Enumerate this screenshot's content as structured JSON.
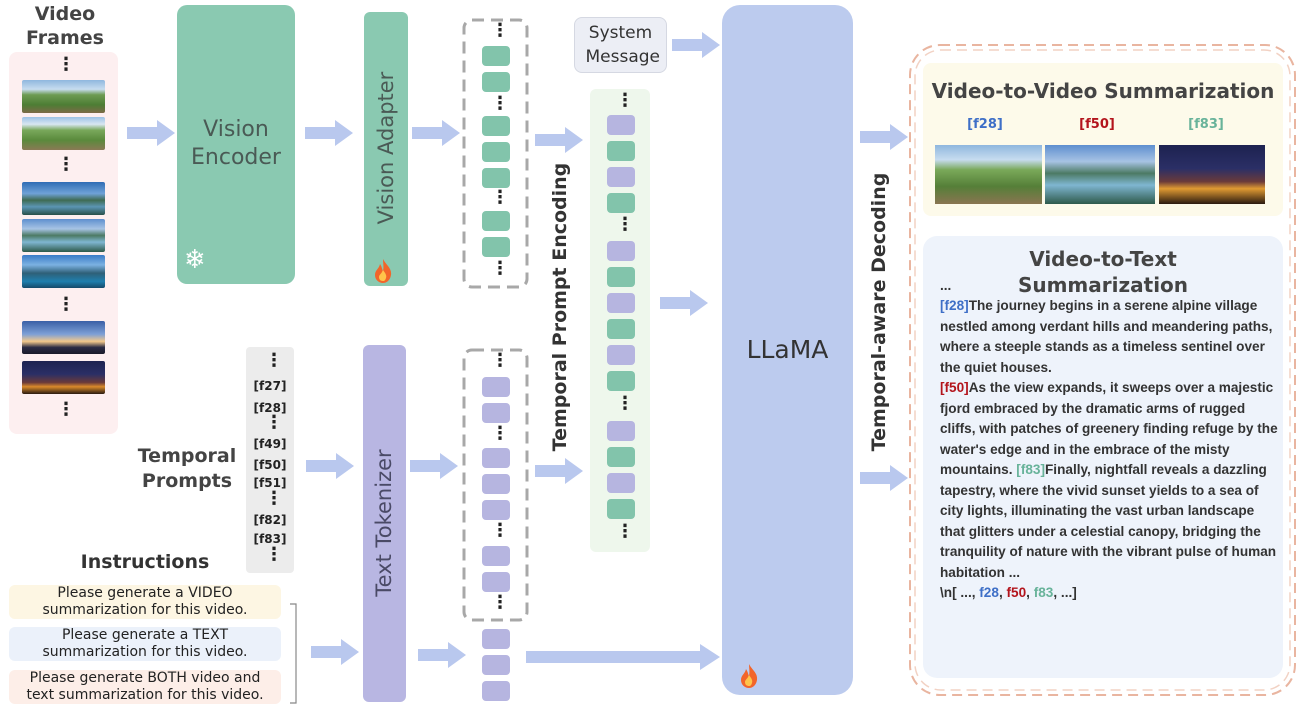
{
  "video_frames": {
    "title": "Video Frames"
  },
  "vision_encoder": {
    "label": "Vision Encoder",
    "icon": "snowflake-icon"
  },
  "vision_adapter": {
    "label": "Vision Adapter",
    "icon": "fire-icon"
  },
  "system_message": {
    "label": "System Message"
  },
  "temporal_prompt_encoding": {
    "label": "Temporal Prompt Encoding"
  },
  "llama": {
    "label": "LLaMA",
    "icon": "fire-icon"
  },
  "temporal_decoding": {
    "label": "Temporal-aware Decoding"
  },
  "text_tokenizer": {
    "label": "Text Tokenizer"
  },
  "temporal_prompts": {
    "title": "Temporal Prompts",
    "items": [
      "[f27]",
      "[f28]",
      "[f49]",
      "[f50]",
      "[f51]",
      "[f82]",
      "[f83]"
    ]
  },
  "instructions": {
    "title": "Instructions",
    "items": [
      {
        "line1": "Please generate a VIDEO",
        "line2": "summarization for this video."
      },
      {
        "line1": "Please generate a TEXT",
        "line2": "summarization for this video."
      },
      {
        "line1": "Please generate BOTH video and",
        "line2": "text summarization for this video."
      }
    ]
  },
  "v2v": {
    "title": "Video-to-Video Summarization",
    "tags": [
      "[f28]",
      "[f50]",
      "[f83]"
    ]
  },
  "v2t": {
    "title_line1": "Video-to-Text",
    "title_line2": "Summarization",
    "ellipsis": "...",
    "tag1": "[f28]",
    "seg1": "The journey begins in a serene alpine village nestled among verdant hills and meandering paths, where a steeple stands as a timeless sentinel over the quiet houses.",
    "tag2": "[f50]",
    "seg2": "As the view expands, it sweeps over a majestic fjord embraced by the dramatic arms of rugged cliffs, with patches of greenery finding refuge by the water's edge and in the embrace of the misty mountains.",
    "tag3": "[f83]",
    "seg3": "Finally, nightfall reveals a dazzling tapestry, where the vivid sunset yields to a sea of city lights, illuminating the vast urban landscape that glitters under a celestial canopy, bridging the tranquility of nature with the vibrant pulse of human habitation ...",
    "final_prefix": "\\n[ ...,",
    "final_tag1": "f28",
    "final_sep1": ",",
    "final_tag2": "f50",
    "final_sep2": ",",
    "final_tag3": "f83",
    "final_suffix": ", ...]"
  },
  "colors": {
    "encoder_green": "#8ac9b1",
    "tokenizer_purple": "#b8b6e2",
    "llama_blue": "#bccbee",
    "arrow_blue": "#b9c8ee",
    "frames_bg": "#fdeff0",
    "v2v_bg": "#fdfaea",
    "v2t_bg": "#eef3fb"
  }
}
